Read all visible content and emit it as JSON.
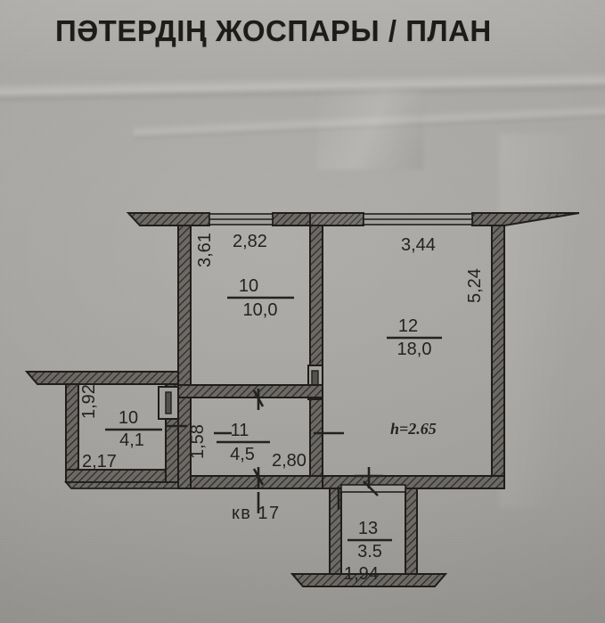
{
  "document": {
    "title": "ПӘТЕРДІҢ ЖОСПАРЫ / ПЛАН",
    "apartment_label": "кв 17",
    "ceiling_height_note": "h=2.65"
  },
  "rooms": [
    {
      "id": "room-10-living",
      "number": "10",
      "area": "10,0",
      "width_label": "2,82",
      "height_label": "3,61"
    },
    {
      "id": "room-12-living",
      "number": "12",
      "area": "18,0",
      "width_label": "3,44",
      "height_label": "5,24"
    },
    {
      "id": "room-10-left",
      "number": "10",
      "area": "4,1",
      "width_label": "2,17",
      "height_label": "1,92"
    },
    {
      "id": "room-11-corridor",
      "number": "11",
      "area": "4,5",
      "width_label": "2,80",
      "height_label": "1,58"
    },
    {
      "id": "room-13-balcony",
      "number": "13",
      "area": "3.5",
      "width_label": "1,94",
      "height_label": ""
    }
  ],
  "colors": {
    "paper": "#a7a5a1",
    "ink": "#232220",
    "wall_fill": "#55524e",
    "wall_stroke": "#1f1e1c"
  }
}
